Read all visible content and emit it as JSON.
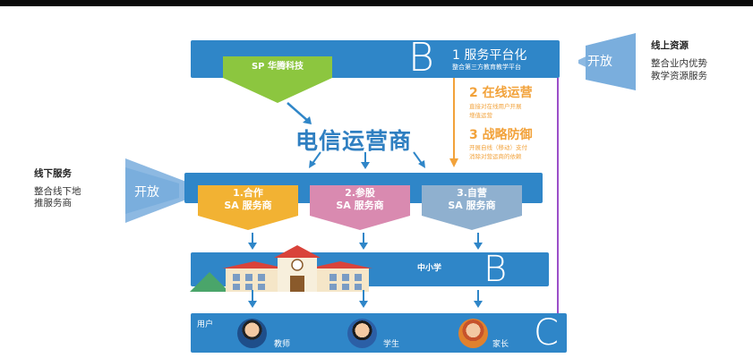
{
  "top_band": {
    "letter": "B",
    "title": "1 服务平台化",
    "subtitle": "整合第三方教育教学平台"
  },
  "sp_box": {
    "label": "SP 华腾科技"
  },
  "telecom": {
    "label": "电信运营商"
  },
  "strategy": {
    "item2_title": "2 在线运营",
    "item2_text_1": "直接对在线用户开展",
    "item2_text_2": "增值运营",
    "item3_title": "3 战略防御",
    "item3_text_1": "开展自线（移动）支付",
    "item3_text_2": "消除对营运商的依赖"
  },
  "right_open": {
    "badge": "开放",
    "heading": "线上资源",
    "line1": "整合业内优势",
    "line2": "教学资源服务"
  },
  "left_open": {
    "badge": "开放",
    "heading": "线下服务",
    "line1": "整合线下地",
    "line2": "推服务商"
  },
  "sa_cards": [
    {
      "line1": "1.合作",
      "line2": "SA 服务商",
      "color": "#f2b233"
    },
    {
      "line1": "2.参股",
      "line2": "SA 服务商",
      "color": "#d98ab0"
    },
    {
      "line1": "3.自营",
      "line2": "SA 服务商",
      "color": "#8fb0cf"
    }
  ],
  "school_band": {
    "label": "中小学",
    "letter": "B"
  },
  "user_band": {
    "label": "用户",
    "letter": "C",
    "users": [
      "教师",
      "学生",
      "家长"
    ]
  },
  "colors": {
    "primary_blue": "#2f86c8",
    "orange": "#f2a23a",
    "purple": "#9b4fc9",
    "green": "#8cc63f"
  }
}
